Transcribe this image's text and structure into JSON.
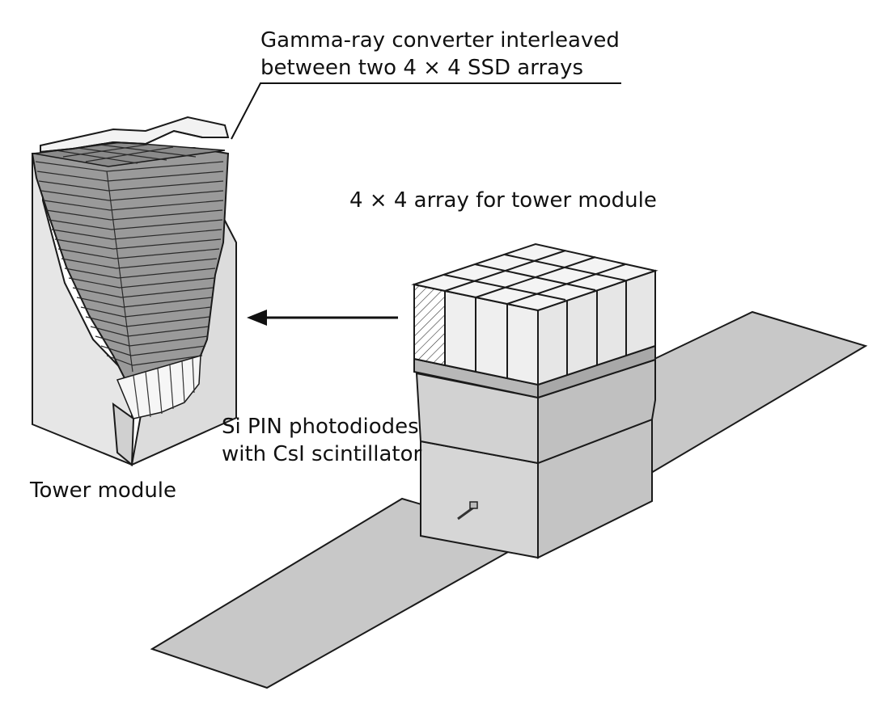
{
  "labels": {
    "converter_line1": "Gamma-ray converter interleaved",
    "converter_line2": "between two 4 × 4 SSD arrays",
    "array_title": "4 × 4 array for tower module",
    "pin_line1": "Si PIN photodiodes",
    "pin_line2": "with CsI scintillator",
    "tower_module": "Tower module"
  },
  "colors": {
    "outline": "#1a1a1a",
    "panel_gray": "#c8c8c8",
    "body_gray": "#d6d6d6",
    "light_face": "#efefef",
    "layer_dark": "#8c8c8c",
    "layer_mid": "#a8a8a8"
  }
}
